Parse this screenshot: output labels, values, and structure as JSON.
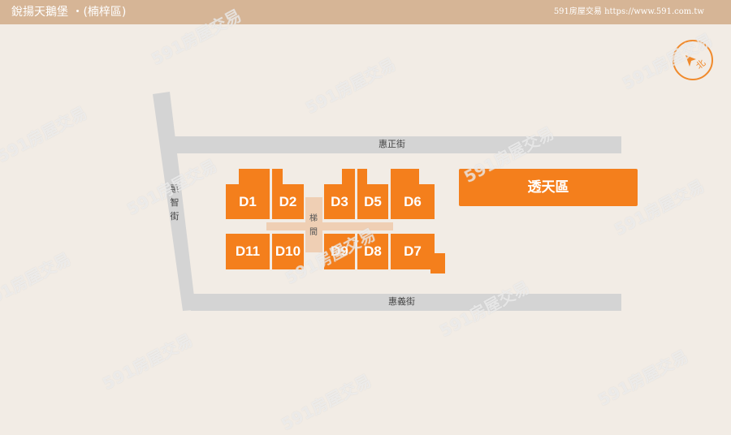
{
  "header": {
    "title": "銳揚天鵝堡 ・(楠梓區)",
    "site": "591房屋交易 https://www.591.com.tw"
  },
  "compass": {
    "icon": "north-arrow-icon",
    "glyph": "北",
    "color": "#f08a2c"
  },
  "roads": {
    "north": "惠正街",
    "south": "惠義街",
    "west": "惠智街"
  },
  "stair_label": "梯間",
  "units": [
    "D1",
    "D2",
    "D3",
    "D5",
    "D6",
    "D11",
    "D10",
    "D9",
    "D8",
    "D7"
  ],
  "zone_label": "透天區",
  "colors": {
    "unit": "#f47f1c",
    "road": "#d4d4d4",
    "header": "#d6b596",
    "background": "#f2ece5",
    "stair": "#efcfb4"
  },
  "watermark": "591房屋交易"
}
